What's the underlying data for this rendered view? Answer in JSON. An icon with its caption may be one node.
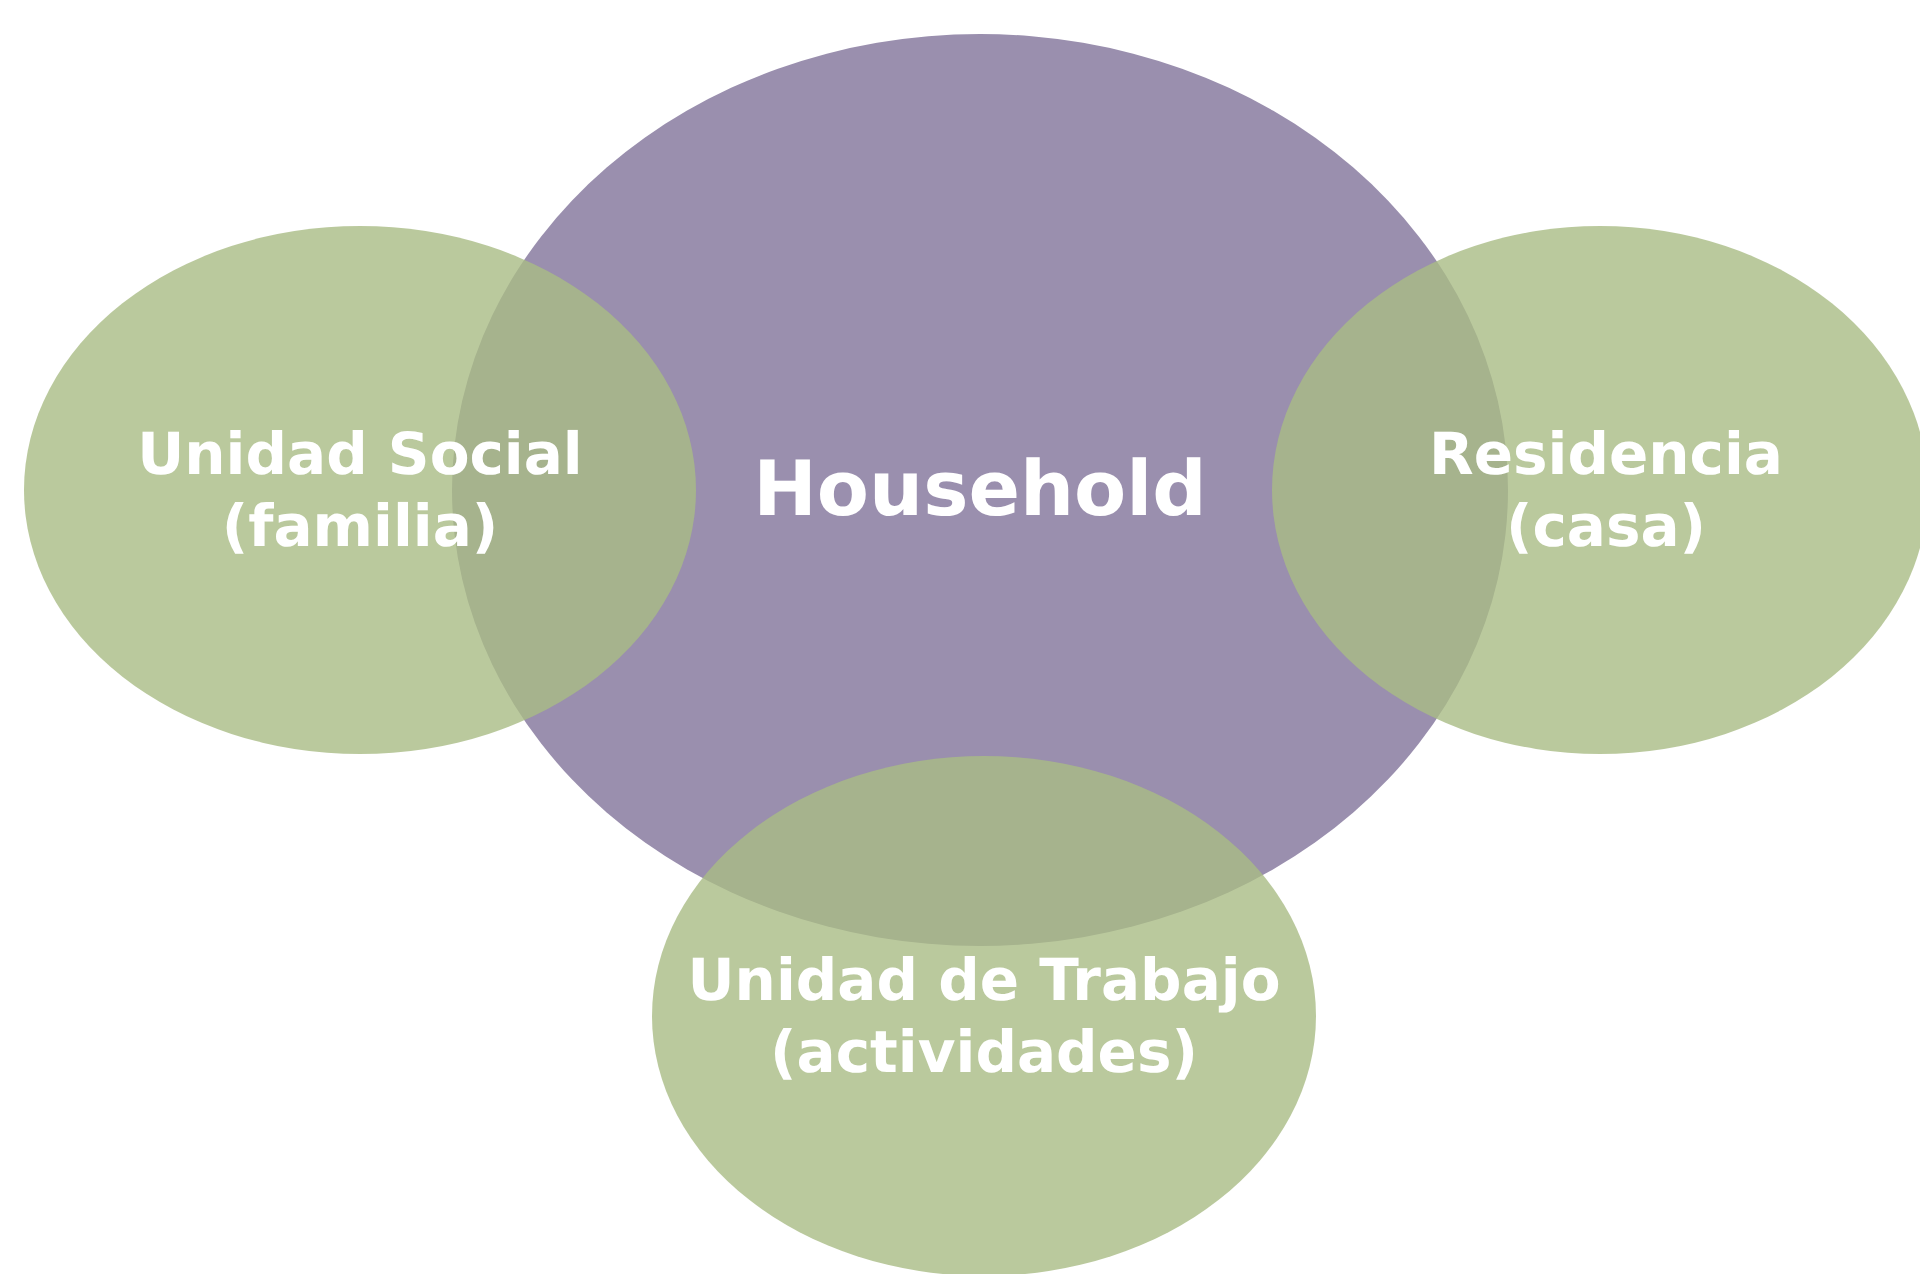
{
  "diagram": {
    "nodes": [
      {
        "text": [
          "Household"
        ]
      },
      {
        "text": [
          "Unidad Social (familia)"
        ]
      },
      {
        "text": [
          "Residencia (casa)"
        ]
      },
      {
        "text": [
          "Unidad de Trabajo (actividades)"
        ]
      }
    ],
    "edges": []
  }
}
